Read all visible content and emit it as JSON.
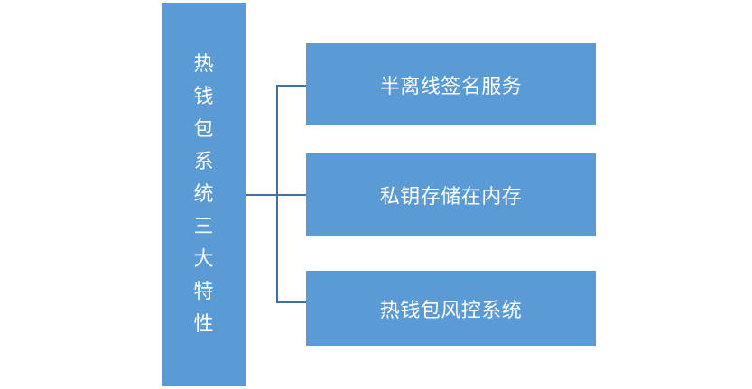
{
  "diagram": {
    "root": {
      "label": "热钱包系统三大特性"
    },
    "branches": [
      {
        "label": "半离线签名服务"
      },
      {
        "label": "私钥存储在内存"
      },
      {
        "label": "热钱包风控系统"
      }
    ]
  },
  "colors": {
    "node_fill": "#5b9bd5",
    "connector_line": "#41719c",
    "node_text": "#ffffff",
    "background": "#ffffff"
  }
}
